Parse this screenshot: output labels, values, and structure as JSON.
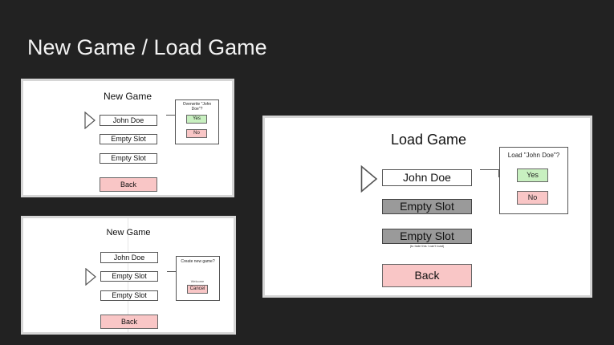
{
  "slide_title": "New Game / Load Game",
  "panel_new_existing": {
    "title": "New Game",
    "slots": [
      "John Doe",
      "Empty Slot",
      "Empty Slot"
    ],
    "back_label": "Back",
    "dialog_prompt": "Overwrite \"John Doe\"?",
    "yes_label": "Yes",
    "no_label": "No"
  },
  "panel_new_empty": {
    "title": "New Game",
    "slots": [
      "John Doe",
      "Empty Slot",
      "Empty Slot"
    ],
    "back_label": "Back",
    "dialog_prompt": "Create new game?",
    "confirm_label": "Welcome",
    "cancel_label": "Cancel"
  },
  "panel_load": {
    "title": "Load Game",
    "slots": [
      "John Doe",
      "Empty Slot",
      "Empty Slot"
    ],
    "empty_note": "(to fade this I can't load)",
    "back_label": "Back",
    "dialog_prompt": "Load \"John Doe\"?",
    "yes_label": "Yes",
    "no_label": "No"
  },
  "colors": {
    "background": "#222222",
    "back_button": "#f9c6c6",
    "yes_button": "#c8f0c0",
    "filled_slot": "#9a9a9a"
  },
  "icons": {
    "cursor": "triangle-right-outline"
  }
}
